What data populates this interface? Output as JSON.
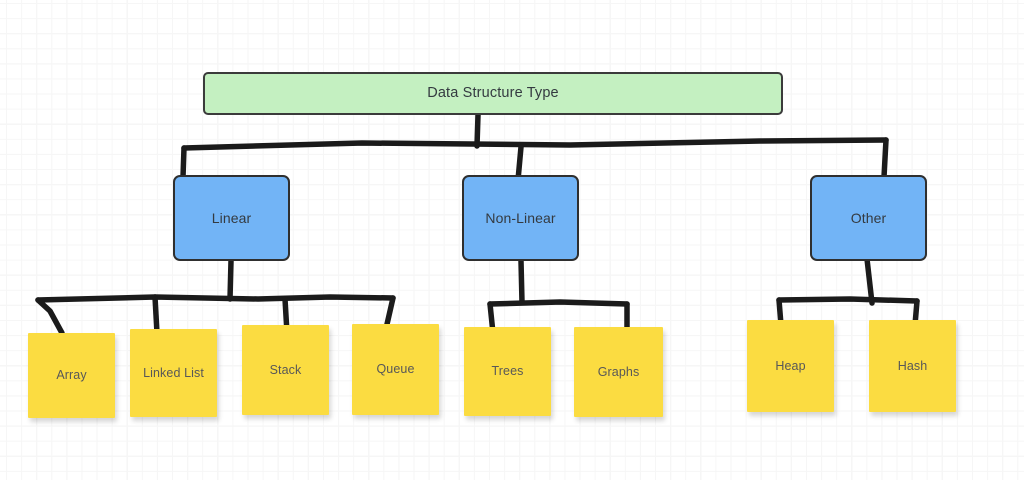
{
  "diagram": {
    "title": "Data Structure Type",
    "background": {
      "grid": "true",
      "grid_color": "#ededed",
      "page_color": "#ffffff"
    },
    "colors": {
      "root_fill": "#C4F0C1",
      "category_fill": "#72B4F6",
      "note_fill": "#FBDC41",
      "stroke": "#2f2f2f",
      "text": "#343a40",
      "note_text": "#585858"
    },
    "nodes": {
      "root": {
        "label": "Data Structure Type",
        "shape": "rounded-rectangle",
        "fill": "#C4F0C1"
      },
      "categories": [
        {
          "id": "linear",
          "label": "Linear",
          "shape": "rounded-rectangle",
          "fill": "#72B4F6"
        },
        {
          "id": "non-linear",
          "label": "Non-Linear",
          "shape": "rounded-rectangle",
          "fill": "#72B4F6"
        },
        {
          "id": "other",
          "label": "Other",
          "shape": "rounded-rectangle",
          "fill": "#72B4F6"
        }
      ],
      "leaves": [
        {
          "id": "array",
          "label": "Array",
          "parent": "linear",
          "shape": "sticky-note",
          "fill": "#FBDC41"
        },
        {
          "id": "linked-list",
          "label": "Linked List",
          "parent": "linear",
          "shape": "sticky-note",
          "fill": "#FBDC41"
        },
        {
          "id": "stack",
          "label": "Stack",
          "parent": "linear",
          "shape": "sticky-note",
          "fill": "#FBDC41"
        },
        {
          "id": "queue",
          "label": "Queue",
          "parent": "linear",
          "shape": "sticky-note",
          "fill": "#FBDC41"
        },
        {
          "id": "trees",
          "label": "Trees",
          "parent": "non-linear",
          "shape": "sticky-note",
          "fill": "#FBDC41"
        },
        {
          "id": "graphs",
          "label": "Graphs",
          "parent": "non-linear",
          "shape": "sticky-note",
          "fill": "#FBDC41"
        },
        {
          "id": "heap",
          "label": "Heap",
          "parent": "other",
          "shape": "sticky-note",
          "fill": "#FBDC41"
        },
        {
          "id": "hash",
          "label": "Hash",
          "parent": "other",
          "shape": "sticky-note",
          "fill": "#FBDC41"
        }
      ]
    },
    "edges": [
      {
        "from": "root",
        "to": "linear"
      },
      {
        "from": "root",
        "to": "non-linear"
      },
      {
        "from": "root",
        "to": "other"
      },
      {
        "from": "linear",
        "to": "array"
      },
      {
        "from": "linear",
        "to": "linked-list"
      },
      {
        "from": "linear",
        "to": "stack"
      },
      {
        "from": "linear",
        "to": "queue"
      },
      {
        "from": "non-linear",
        "to": "trees"
      },
      {
        "from": "non-linear",
        "to": "graphs"
      },
      {
        "from": "other",
        "to": "heap"
      },
      {
        "from": "other",
        "to": "hash"
      }
    ]
  }
}
